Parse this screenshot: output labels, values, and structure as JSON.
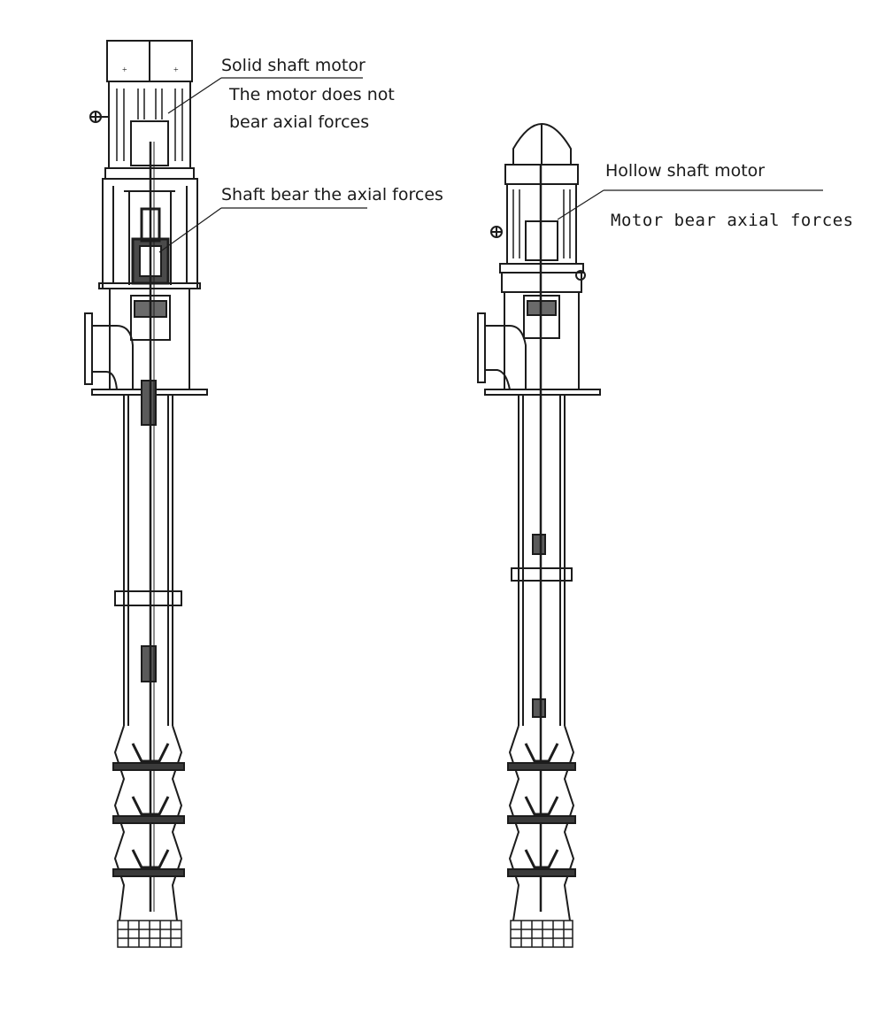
{
  "left_pump": {
    "label_motor": "Solid shaft motor",
    "label_motor_note_1": "The motor does not",
    "label_motor_note_2": "bear axial forces",
    "label_shaft": "Shaft bear the axial forces"
  },
  "right_pump": {
    "label_motor": "Hollow shaft motor",
    "label_motor_note": "Motor bear axial forces"
  },
  "colors": {
    "line": "#1c1c1c",
    "background": "#ffffff"
  }
}
